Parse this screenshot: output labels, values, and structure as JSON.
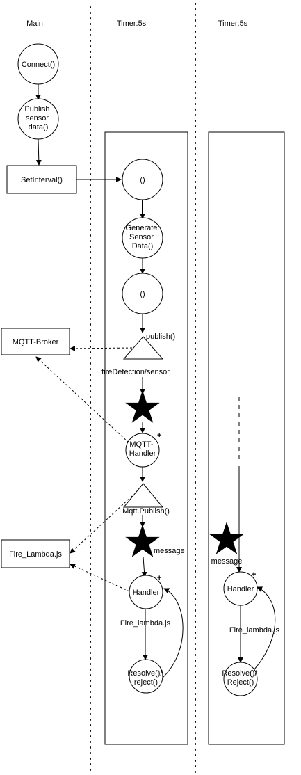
{
  "columns": {
    "main": "Main",
    "timer_a": "Timer:5s",
    "timer_b": "Timer:5s"
  },
  "nodes": {
    "connect": "Connect()",
    "publish_sensor": [
      "Publish",
      "sensor",
      "data()"
    ],
    "set_interval": "SetInterval()",
    "paren_1": "()",
    "generate": [
      "Generate",
      "Sensor",
      "Data()"
    ],
    "paren_2": "()",
    "mqtt_broker": "MQTT-Broker",
    "mqtt_handler": [
      "MQTT-",
      "Handler"
    ],
    "fire_lambda_box": "Fire_Lambda.js",
    "handler_a": "Handler",
    "resolve_a": [
      "Resolve()/",
      "reject()"
    ],
    "handler_b": "Handler",
    "resolve_b": [
      "Resolve()/",
      "Reject()"
    ]
  },
  "labels": {
    "publish": "publish()",
    "topic": "fireDetection/sensor",
    "mqtt_publish": "Mqtt.Publish()",
    "message_a": "message",
    "message_b": "message",
    "fire_lambda_a": "Fire_lambda.js",
    "fire_lambda_b": "Fire_lambda.js",
    "plus_1": "+",
    "plus_2": "+",
    "plus_3": "+"
  },
  "colors": {
    "stroke": "#000000",
    "fill": "#ffffff",
    "star": "#000000"
  }
}
